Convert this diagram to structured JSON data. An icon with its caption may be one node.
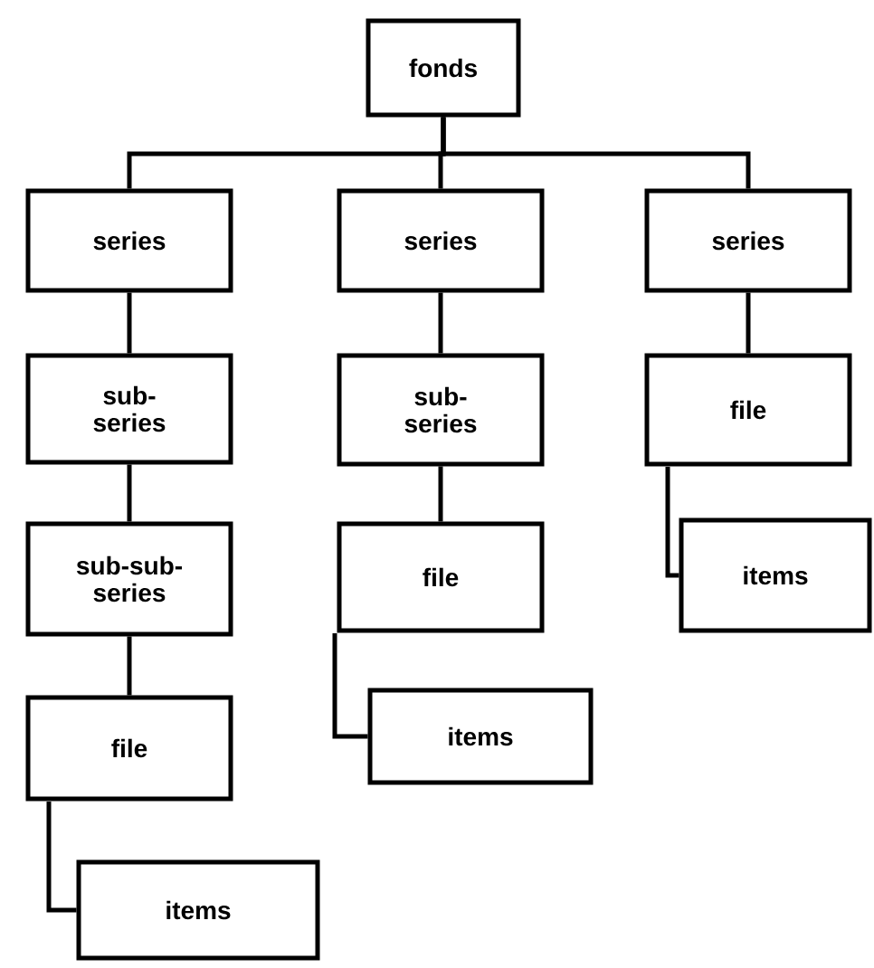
{
  "diagram": {
    "nodes": [
      {
        "text": [
          "fonds"
        ]
      },
      {
        "text": [
          "series"
        ]
      },
      {
        "text": [
          "series"
        ]
      },
      {
        "text": [
          "series"
        ]
      },
      {
        "text": [
          "sub-series"
        ]
      },
      {
        "text": [
          "sub-sub-series"
        ]
      },
      {
        "text": [
          "file"
        ]
      },
      {
        "text": [
          "items"
        ]
      },
      {
        "text": [
          "sub-series"
        ]
      },
      {
        "text": [
          "file"
        ]
      },
      {
        "text": [
          "items"
        ]
      },
      {
        "text": [
          "file"
        ]
      },
      {
        "text": [
          "items"
        ]
      }
    ],
    "edges": [
      {
        "from": 0,
        "to": 1,
        "arrow": "none"
      },
      {
        "from": 0,
        "to": 2,
        "arrow": "none"
      },
      {
        "from": 0,
        "to": 3,
        "arrow": "none"
      },
      {
        "from": 1,
        "to": 4,
        "arrow": "none"
      },
      {
        "from": 4,
        "to": 5,
        "arrow": "none"
      },
      {
        "from": 5,
        "to": 6,
        "arrow": "none"
      },
      {
        "from": 6,
        "to": 7,
        "arrow": "none"
      },
      {
        "from": 2,
        "to": 8,
        "arrow": "none"
      },
      {
        "from": 8,
        "to": 9,
        "arrow": "none"
      },
      {
        "from": 9,
        "to": 10,
        "arrow": "none"
      },
      {
        "from": 3,
        "to": 11,
        "arrow": "none"
      },
      {
        "from": 11,
        "to": 12,
        "arrow": "none"
      }
    ]
  }
}
